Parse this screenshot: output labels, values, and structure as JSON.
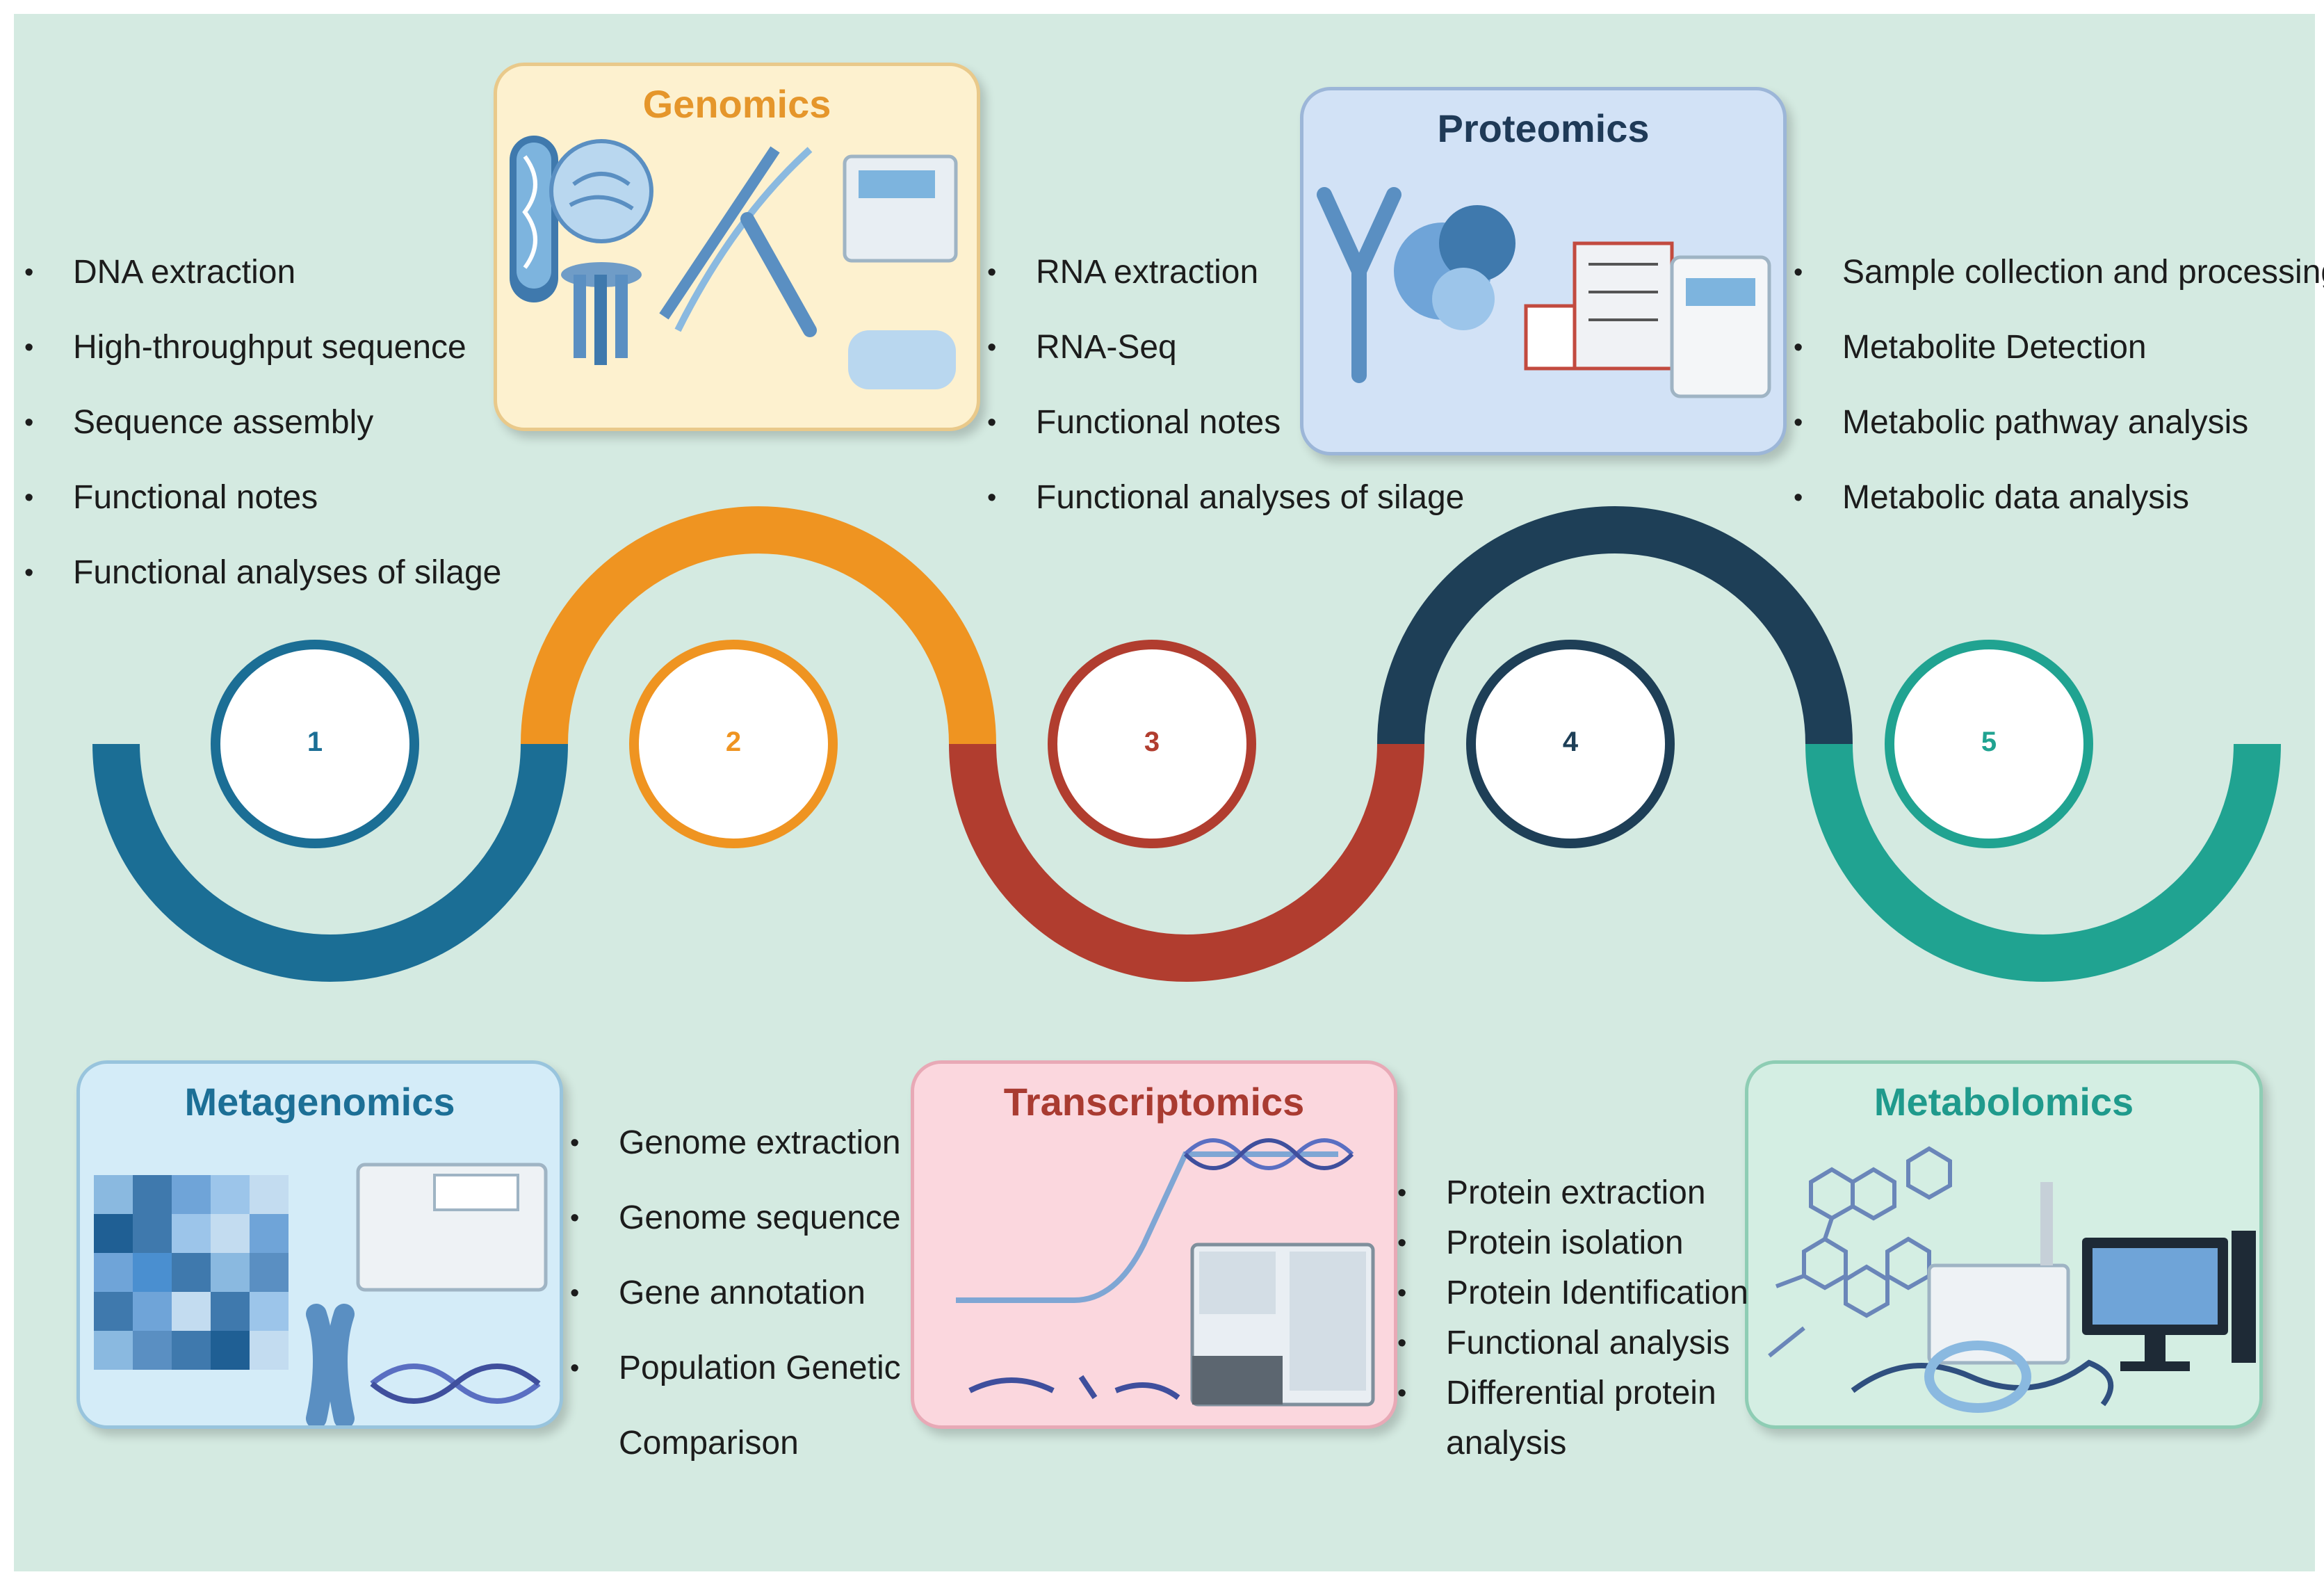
{
  "steps": [
    {
      "number": "1",
      "color": "#1b6e95"
    },
    {
      "number": "2",
      "color": "#ef9421"
    },
    {
      "number": "3",
      "color": "#b13d2f"
    },
    {
      "number": "4",
      "color": "#1e3f57"
    },
    {
      "number": "5",
      "color": "#20a391"
    }
  ],
  "cards": {
    "genomics": {
      "title": "Genomics",
      "title_color": "#e5962b",
      "bg": "#fdf1cf"
    },
    "proteomics": {
      "title": "Proteomics",
      "title_color": "#1f3a57",
      "bg": "#d2e2f6"
    },
    "metagenomics": {
      "title": "Metagenomics",
      "title_color": "#1c6f96",
      "bg": "#d4ecf8"
    },
    "transcriptomics": {
      "title": "Transcriptomics",
      "title_color": "#a93b31",
      "bg": "#fbd7de"
    },
    "metabolomics": {
      "title": "Metabolomics",
      "title_color": "#1f9a8c",
      "bg": "#d4eee3"
    }
  },
  "lists": {
    "genomics": [
      "DNA extraction",
      "High-throughput sequence",
      "Sequence assembly",
      "Functional notes",
      "Functional analyses of silage"
    ],
    "transcriptomics": [
      "RNA extraction",
      "RNA-Seq",
      "Functional notes",
      "Functional analyses of silage"
    ],
    "metabolomics": [
      "Sample collection and processing",
      "Metabolite Detection",
      "Metabolic pathway analysis",
      "Metabolic data analysis"
    ],
    "metagenomics": [
      "Genome extraction",
      "Genome sequence",
      "Gene annotation",
      "Population Genetic",
      "Comparison"
    ],
    "proteomics": [
      "Protein extraction",
      "Protein isolation",
      "Protein Identification",
      "Functional analysis",
      "Differential protein",
      "analysis"
    ]
  }
}
